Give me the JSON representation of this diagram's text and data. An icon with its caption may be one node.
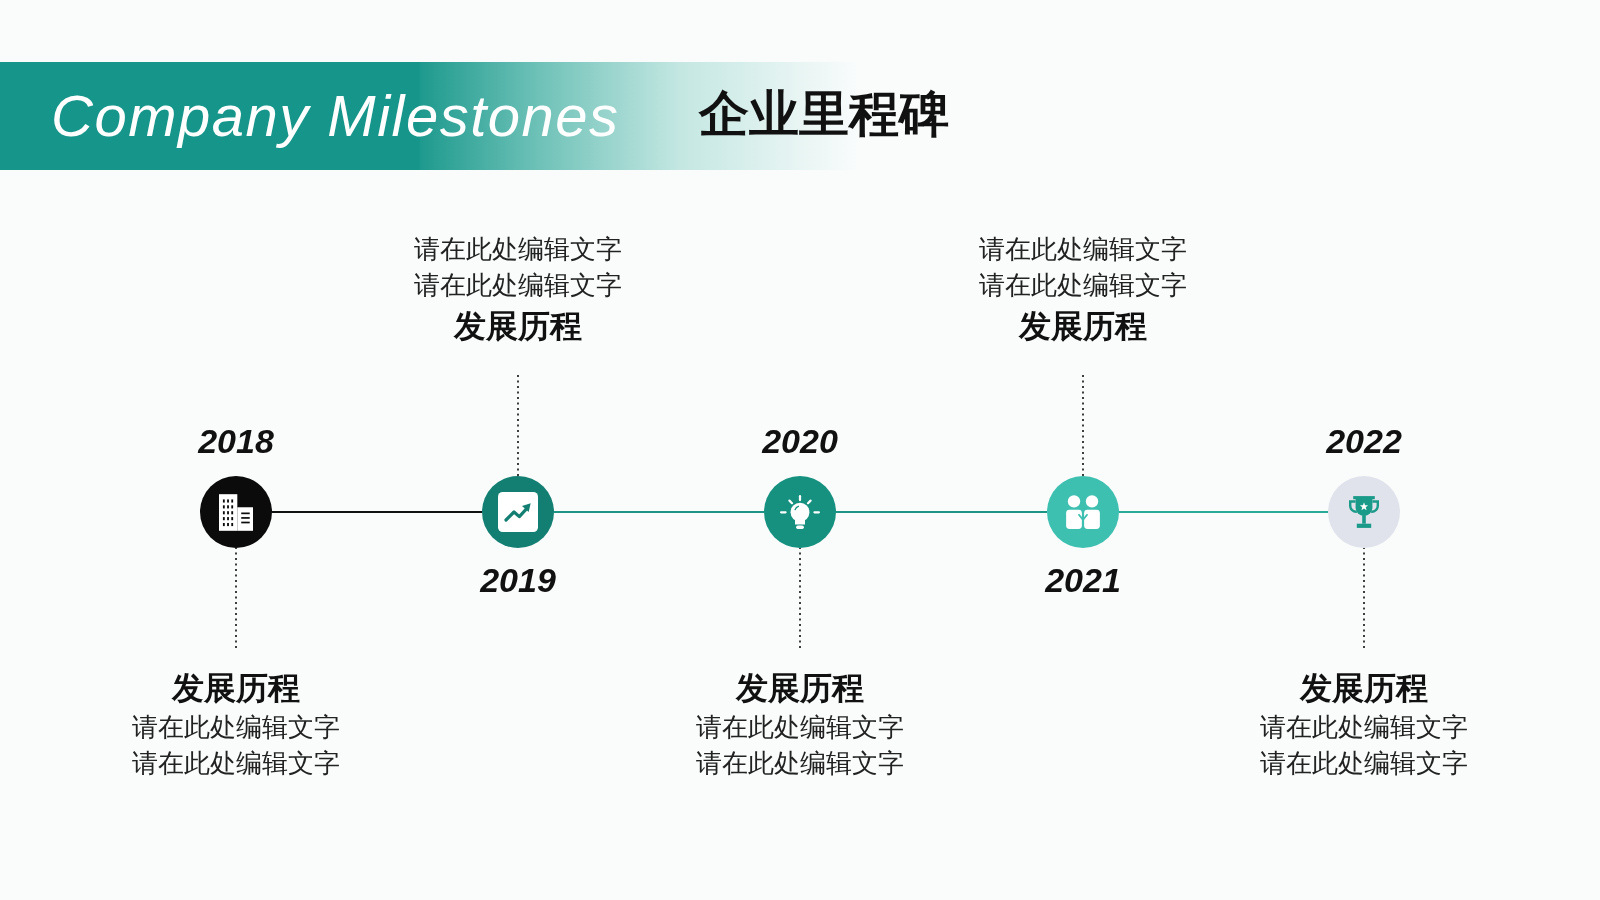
{
  "diagram": {
    "title": "Company Milestones",
    "nodes": [
      {
        "text": [],
        "shape": "circle",
        "beside": [
          "2018"
        ]
      },
      {
        "text": [
          "发展历程",
          "请在此处编辑文字请在此处编辑文字"
        ]
      },
      {
        "text": [],
        "shape": "circle",
        "beside": [
          "2019"
        ]
      },
      {
        "text": [
          "请在此处编辑文字请在此处编辑文字",
          "发展历程"
        ]
      },
      {
        "text": [],
        "shape": "circle",
        "beside": [
          "2020"
        ]
      },
      {
        "text": [
          "发展历程",
          "请在此处编辑文字请在此处编辑文字"
        ]
      },
      {
        "text": [],
        "shape": "circle",
        "beside": [
          "2021"
        ]
      },
      {
        "text": [
          "请在此处编辑文字请在此处编辑文字",
          "发展历程"
        ]
      },
      {
        "text": [],
        "shape": "circle",
        "beside": [
          "2022"
        ]
      },
      {
        "text": [
          "发展历程",
          "请在此处编辑文字请在此处编辑文字"
        ]
      }
    ],
    "edges": [
      {
        "from": 0,
        "to": 2,
        "arrow": "none",
        "color": "#111111"
      },
      {
        "from": 2,
        "to": 4,
        "arrow": "none",
        "color": "#1e9584"
      },
      {
        "from": 4,
        "to": 6,
        "arrow": "none",
        "color": "#1e9584"
      },
      {
        "from": 6,
        "to": 8,
        "arrow": "none",
        "color": "#2aa898"
      },
      {
        "from": 1,
        "to": 0,
        "arrow": "none",
        "style": "dashed"
      },
      {
        "from": 3,
        "to": 2,
        "arrow": "none",
        "style": "dashed"
      },
      {
        "from": 5,
        "to": 4,
        "arrow": "none",
        "style": "dashed"
      },
      {
        "from": 7,
        "to": 6,
        "arrow": "none",
        "style": "dashed"
      },
      {
        "from": 9,
        "to": 8,
        "arrow": "none",
        "style": "dashed"
      }
    ],
    "labels": [
      "企业里程碑"
    ]
  }
}
